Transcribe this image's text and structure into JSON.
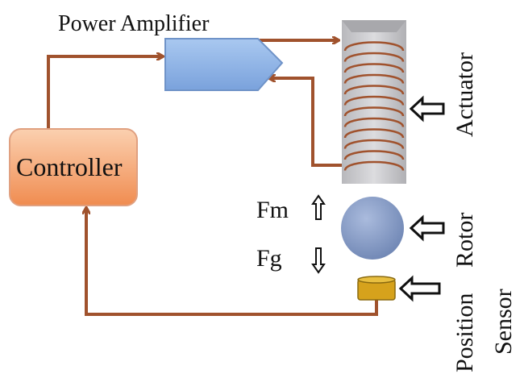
{
  "labels": {
    "power_amplifier": "Power Amplifier",
    "controller": "Controller",
    "actuator": "Actuator",
    "rotor": "Rotor",
    "position_sensor_line1": "Position",
    "position_sensor_line2": "Sensor",
    "fm": "Fm",
    "fg": "Fg"
  },
  "colors": {
    "wire": "#a0522d",
    "controller_fill": "#f4a878",
    "amplifier_fill": "#8fb4e6",
    "actuator_core": "#c4c4c8",
    "rotor": "#8ea3c9",
    "sensor": "#d6a21c"
  }
}
